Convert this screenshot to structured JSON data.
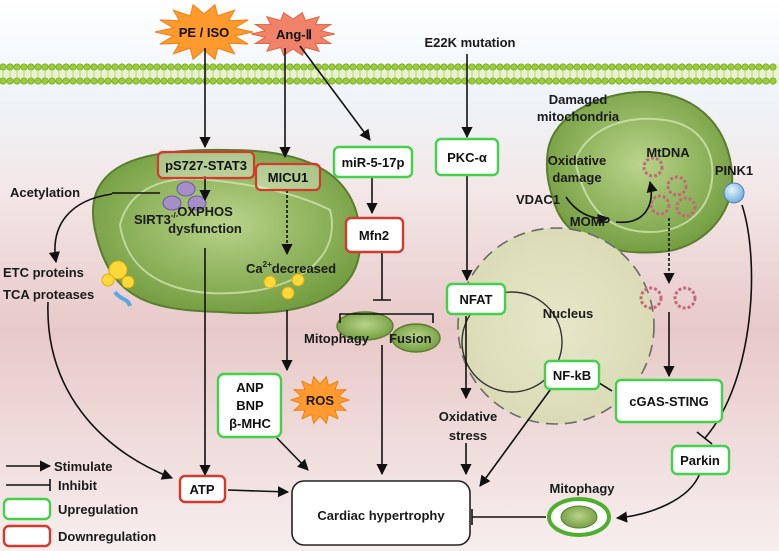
{
  "triggers": {
    "pe_iso": "PE / ISO",
    "ang_ii": "Ang-Ⅱ",
    "e22k": "E22K mutation"
  },
  "labels": {
    "damaged_mito_line1": "Damaged",
    "damaged_mito_line2": "mitochondria",
    "oxidative_damage_line1": "Oxidative",
    "oxidative_damage_line2": "damage",
    "vdac1": "VDAC1",
    "momp": "MOMP",
    "mtdna": "MtDNA",
    "pink1": "PINK1",
    "acetylation": "Acetylation",
    "sirt3": "SIRT3",
    "sirt3_sup": "-/-",
    "oxphos_line1": "OXPHOS",
    "oxphos_line2": "dysfunction",
    "ca_decreased": "Ca",
    "ca_sup": "2+",
    "ca_decreased_rest": "decreased",
    "etc_proteins": "ETC proteins",
    "tca_proteases": "TCA proteases",
    "mitophagy_fusion_1": "Mitophagy",
    "mitophagy_fusion_2": "Fusion",
    "nucleus": "Nucleus",
    "ros": "ROS",
    "oxidative_stress_line1": "Oxidative",
    "oxidative_stress_line2": "stress",
    "mitophagy_bottom": "Mitophagy",
    "cardiac_hypertrophy": "Cardiac  hypertrophy"
  },
  "boxes": {
    "pstat3": "pS727-STAT3",
    "micu1": "MICU1",
    "mir": "miR-5-17p",
    "pkc": "PKC-α",
    "mfn2": "Mfn2",
    "nfat": "NFAT",
    "nfkb": "NF-kB",
    "cgas": "cGAS-STING",
    "parkin": "Parkin",
    "atp": "ATP",
    "anp": "ANP",
    "bnp": "BNP",
    "bmhc": "β-MHC"
  },
  "legend": {
    "stimulate": "Stimulate",
    "inhibit": "Inhibit",
    "upregulation": "Upregulation",
    "downregulation": "Downregulation"
  },
  "colors": {
    "upregulation": "#44d04a",
    "downregulation": "#d23a2e",
    "mitochondria": "#8db85a",
    "membrane": "#9acd3c"
  }
}
